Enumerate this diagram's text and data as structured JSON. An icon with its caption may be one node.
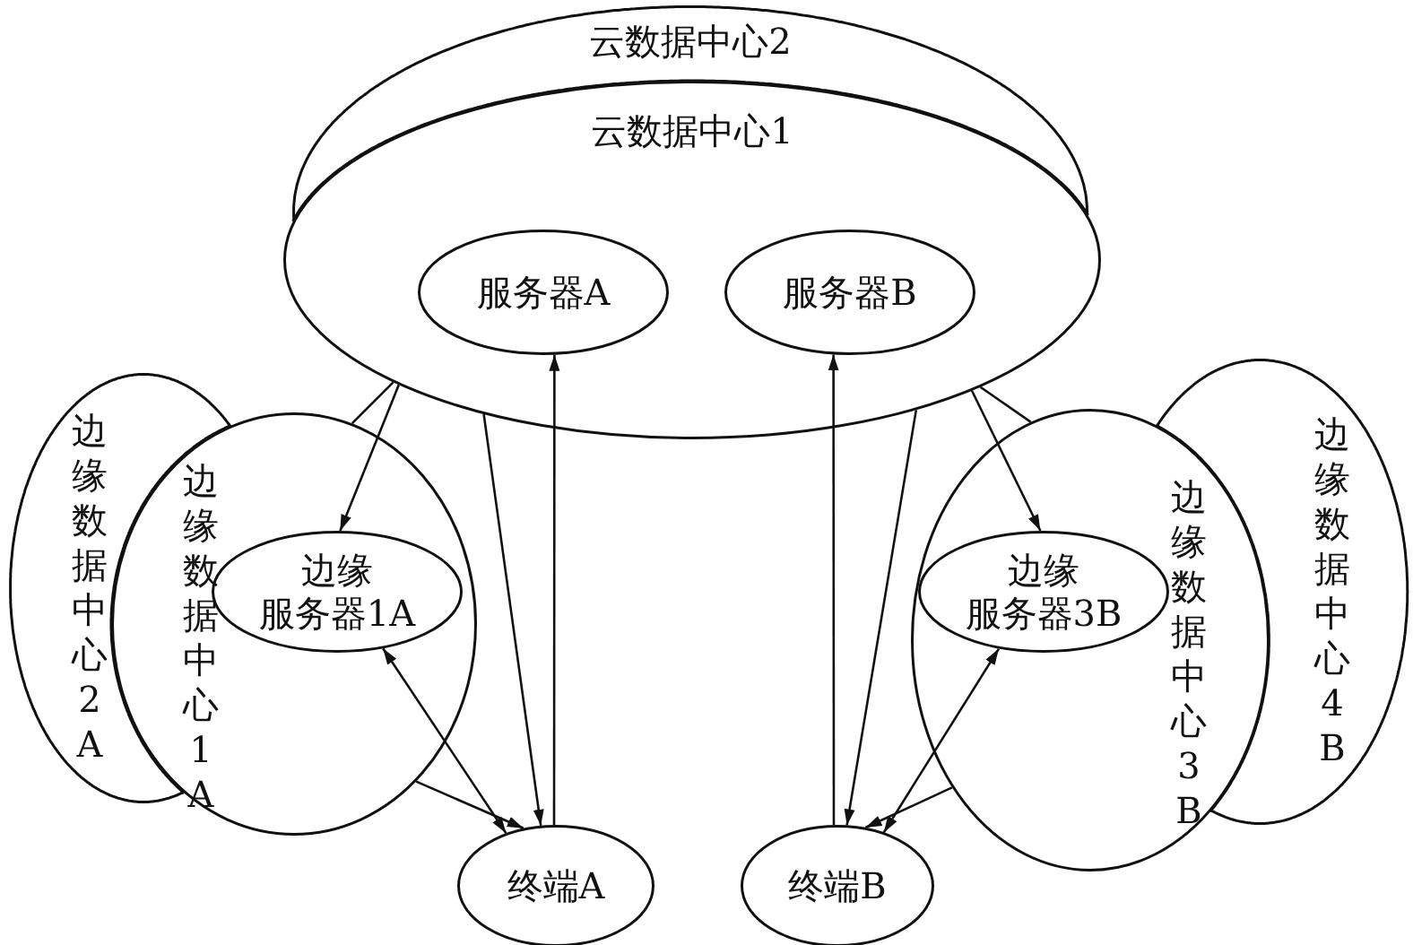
{
  "diagram": {
    "nodes": [
      {
        "text": [
          "云数据中心2"
        ]
      },
      {
        "text": [
          "云数据中心1"
        ]
      },
      {
        "text": [
          "服务器A"
        ],
        "in": 1
      },
      {
        "text": [
          "服务器B"
        ],
        "in": 1
      },
      {
        "text": [
          "边缘数据中心2A"
        ]
      },
      {
        "text": [
          "边缘数据中心1A"
        ]
      },
      {
        "text": [
          "边缘服务器1A"
        ],
        "in": 5
      },
      {
        "text": [
          "边缘数据中心3B"
        ]
      },
      {
        "text": [
          "边缘数据中心4B"
        ]
      },
      {
        "text": [
          "边缘服务器3B"
        ],
        "in": 7
      },
      {
        "text": [
          "终端A"
        ]
      },
      {
        "text": [
          "终端B"
        ]
      }
    ],
    "edges": [
      {
        "from": 1,
        "to": 5,
        "arrow": "none"
      },
      {
        "from": 1,
        "to": 6,
        "arrow": "to"
      },
      {
        "from": 1,
        "to": 10,
        "arrow": "to"
      },
      {
        "from": 10,
        "to": 2,
        "arrow": "to"
      },
      {
        "from": 6,
        "to": 10,
        "arrow": "both"
      },
      {
        "from": 5,
        "to": 10,
        "arrow": "to"
      },
      {
        "from": 11,
        "to": 3,
        "arrow": "to"
      },
      {
        "from": 1,
        "to": 11,
        "arrow": "to"
      },
      {
        "from": 1,
        "to": 9,
        "arrow": "to"
      },
      {
        "from": 1,
        "to": 7,
        "arrow": "none"
      },
      {
        "from": 9,
        "to": 11,
        "arrow": "both"
      },
      {
        "from": 7,
        "to": 11,
        "arrow": "to"
      }
    ]
  }
}
